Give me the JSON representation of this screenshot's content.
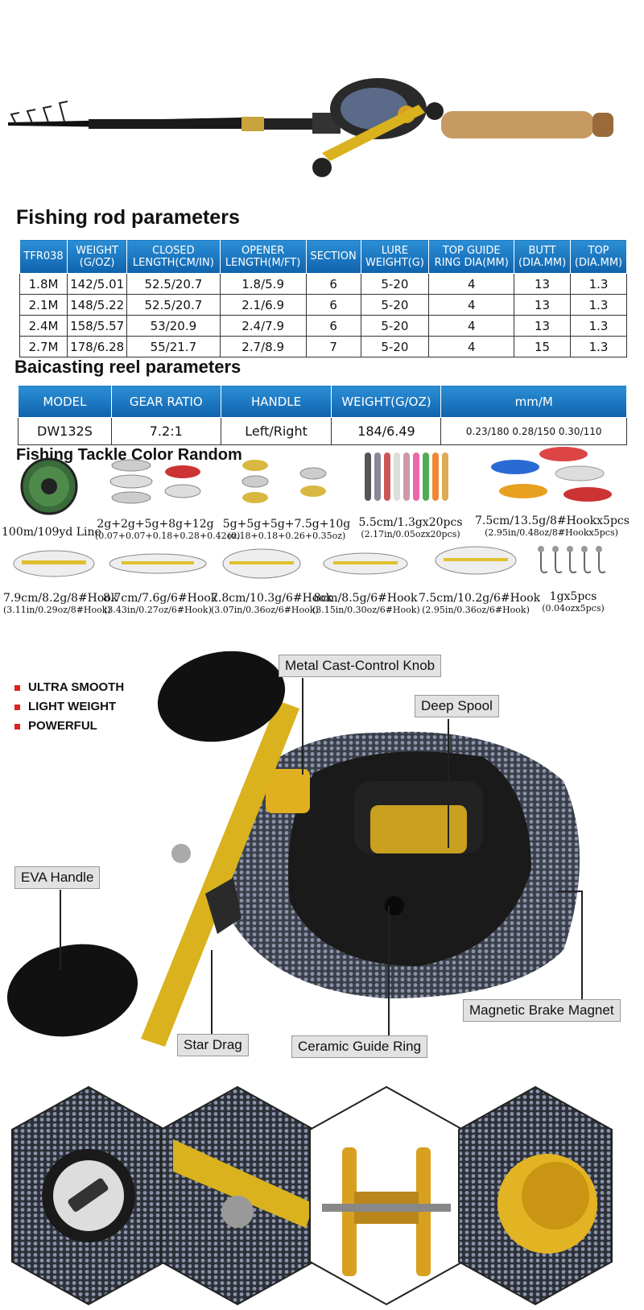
{
  "headings": {
    "rod": "Fishing rod parameters",
    "reel": "Baicasting reel parameters",
    "tackle": "Fishing Tackle Color Random"
  },
  "rod_table": {
    "headers": [
      [
        "TFR038",
        ""
      ],
      [
        "WEIGHT",
        "(G/OZ)"
      ],
      [
        "CLOSED",
        "LENGTH(CM/IN)"
      ],
      [
        "OPENER",
        "LENGTH(M/FT)"
      ],
      [
        "SECTION",
        ""
      ],
      [
        "LURE",
        "WEIGHT(G)"
      ],
      [
        "TOP GUIDE",
        "RING DIA(MM)"
      ],
      [
        "BUTT",
        "(DIA.MM)"
      ],
      [
        "TOP",
        "(DIA.MM)"
      ]
    ],
    "rows": [
      [
        "1.8M",
        "142/5.01",
        "52.5/20.7",
        "1.8/5.9",
        "6",
        "5-20",
        "4",
        "13",
        "1.3"
      ],
      [
        "2.1M",
        "148/5.22",
        "52.5/20.7",
        "2.1/6.9",
        "6",
        "5-20",
        "4",
        "13",
        "1.3"
      ],
      [
        "2.4M",
        "158/5.57",
        "53/20.9",
        "2.4/7.9",
        "6",
        "5-20",
        "4",
        "13",
        "1.3"
      ],
      [
        "2.7M",
        "178/6.28",
        "55/21.7",
        "2.7/8.9",
        "7",
        "5-20",
        "4",
        "15",
        "1.3"
      ]
    ]
  },
  "reel_table": {
    "headers": [
      "MODEL",
      "GEAR RATIO",
      "HANDLE",
      "WEIGHT(G/OZ)",
      "mm/M"
    ],
    "row": [
      "DW132S",
      "7.2:1",
      "Left/Right",
      "184/6.49",
      "0.23/180 0.28/150 0.30/110"
    ]
  },
  "tackle": [
    {
      "label": "100m/109yd Line",
      "sub": "",
      "icon": "braided-line-spool-icon"
    },
    {
      "label": "2g+2g+5g+8g+12g",
      "sub": "(0.07+0.07+0.18+0.28+0.42oz)",
      "icon": "spoon-lure-icon"
    },
    {
      "label": "5g+5g+5g+7.5g+10g",
      "sub": "(0.18+0.18+0.26+0.35oz)",
      "icon": "spinner-lure-icon"
    },
    {
      "label": "5.5cm/1.3gx20pcs",
      "sub": "(2.17in/0.05ozx20pcs)",
      "icon": "soft-worm-icon"
    },
    {
      "label": "7.5cm/13.5g/8#Hookx5pcs",
      "sub": "(2.95in/0.48oz/8#Hookx5pcs)",
      "icon": "soft-fish-icon"
    },
    {
      "label": "7.9cm/8.2g/8#Hook",
      "sub": "(3.11in/0.29oz/8#Hook)",
      "icon": "crankbait-icon"
    },
    {
      "label": "8.7cm/7.6g/6#Hook",
      "sub": "(3.43in/0.27oz/6#Hook)",
      "icon": "minnow-icon"
    },
    {
      "label": "7.8cm/10.3g/6#Hook",
      "sub": "(3.07in/0.36oz/6#Hook)",
      "icon": "vib-lure-icon"
    },
    {
      "label": "8cm/8.5g/6#Hook",
      "sub": "(3.15in/0.30oz/6#Hook)",
      "icon": "jerkbait-icon"
    },
    {
      "label": "7.5cm/10.2g/6#Hook",
      "sub": "(2.95in/0.36oz/6#Hook)",
      "icon": "popper-icon"
    },
    {
      "label": "1gx5pcs",
      "sub": "(0.04ozx5pcs)",
      "icon": "jig-head-icon"
    }
  ],
  "features": [
    "ULTRA SMOOTH",
    "LIGHT WEIGHT",
    "POWERFUL"
  ],
  "callouts": {
    "knob": "Metal Cast-Control Knob",
    "spool": "Deep Spool",
    "eva": "EVA Handle",
    "magnet": "Magnetic Brake Magnet",
    "star": "Star Drag",
    "ceramic": "Ceramic Guide Ring"
  },
  "colors": {
    "table_header": "#1877c4",
    "accent_gold": "#d9b21e",
    "bullet": "#dd2222",
    "reel_body": "#1a1a1a"
  }
}
